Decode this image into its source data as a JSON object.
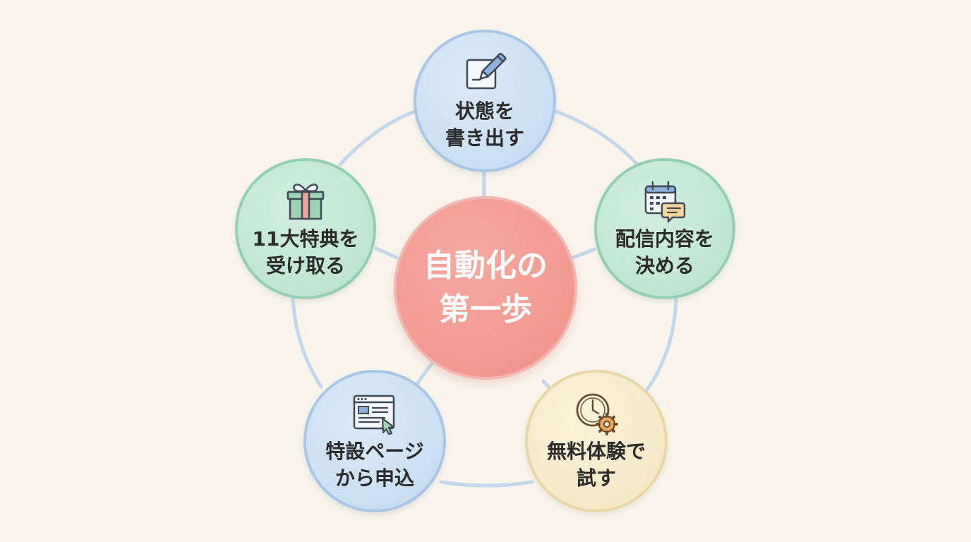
{
  "center": {
    "label": "自動化の\n第一歩"
  },
  "nodes": [
    {
      "id": "write-status",
      "label": "状態を\n書き出す",
      "icon": "pencil-note-icon",
      "color": "blue"
    },
    {
      "id": "decide-content",
      "label": "配信内容を\n決める",
      "icon": "calendar-chat-icon",
      "color": "green"
    },
    {
      "id": "free-trial",
      "label": "無料体験で\n試す",
      "icon": "clock-gear-icon",
      "color": "cream"
    },
    {
      "id": "special-page",
      "label": "特設ページ\nから申込",
      "icon": "browser-cursor-icon",
      "color": "blue"
    },
    {
      "id": "benefits",
      "label": "11大特典を\n受け取る",
      "icon": "gift-box-icon",
      "color": "green"
    }
  ],
  "colors": {
    "ring": "#c5d7ea",
    "center": "#f29a91",
    "blue": "#c9dff3",
    "green": "#bfe6d2",
    "cream": "#f6e9c7"
  }
}
